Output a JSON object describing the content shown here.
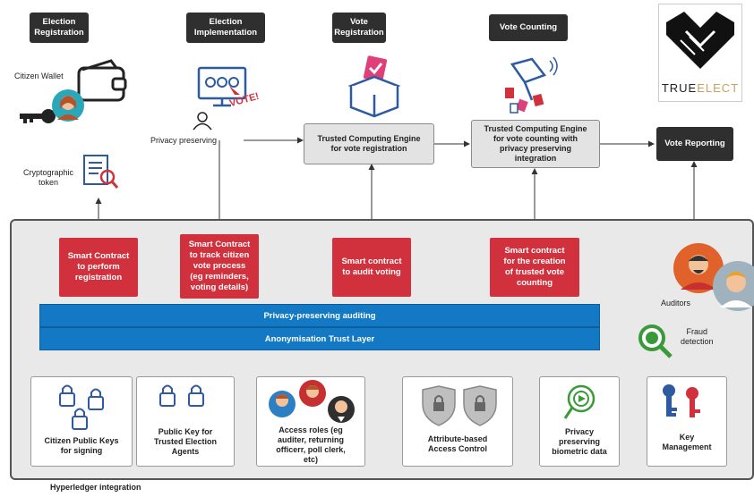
{
  "phases": {
    "registration": "Election\nRegistration",
    "implementation": "Election\nImplementation",
    "vote_registration": "Vote\nRegistration",
    "vote_counting": "Vote Counting",
    "vote_reporting": "Vote Reporting"
  },
  "labels": {
    "citizen_wallet": "Citizen Wallet",
    "cryptographic_token": "Cryptographic\ntoken",
    "privacy_preserving": "Privacy preserving",
    "vote_badge": "VOTE!",
    "auditors": "Auditors",
    "fraud_detection": "Fraud\ndetection",
    "hyperledger": "Hyperledger integration"
  },
  "brand": {
    "name": "TRUEELECT",
    "accent": "#c9a15a"
  },
  "engines": {
    "registration": "Trusted Computing Engine\nfor vote registration",
    "counting": "Trusted Computing Engine\nfor vote counting with\nprivacy preserving\nintegration"
  },
  "smart_contracts": [
    "Smart Contract\nto perform\nregistration",
    "Smart Contract\nto track citizen\nvote process\n(eg reminders,\nvoting details)",
    "Smart contract\nto audit voting",
    "Smart contract\nfor the creation\nof trusted vote\ncounting"
  ],
  "layers": {
    "auditing": "Privacy-preserving auditing",
    "anonymisation": "Anonymisation Trust Layer"
  },
  "cards": {
    "citizen_keys": "Citizen Public Keys\nfor signing",
    "agent_keys": "Public Key for\nTrusted Election\nAgents",
    "access_roles": "Access roles (eg\nauditer, returning\nofficerr, poll clerk,\netc)",
    "abac": "Attribute-based\nAccess Control",
    "biometric": "Privacy\npreserving\nbiometric data",
    "key_mgmt": "Key\nManagement"
  },
  "colors": {
    "smart_contract": "#d0313d",
    "layer": "#1479c4",
    "phase": "#2f2f2f",
    "engine": "#e3e3e3"
  }
}
